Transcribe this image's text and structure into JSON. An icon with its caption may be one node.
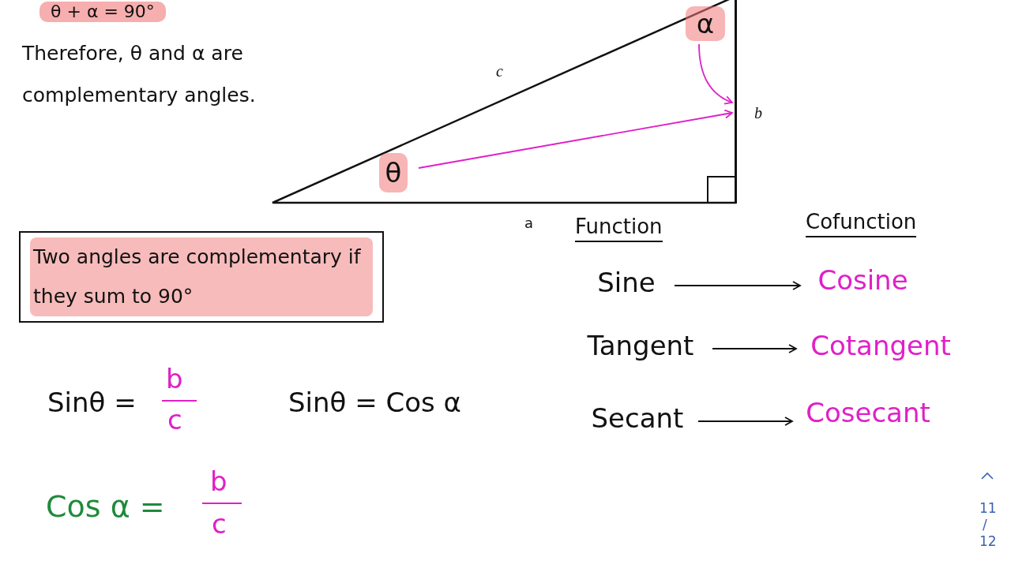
{
  "diagram": {
    "nodes": [
      {
        "text": [
          "α"
        ]
      },
      {
        "text": [],
        "shape": "bar"
      },
      {
        "text": [
          "θ"
        ]
      },
      {
        "text": [
          "Two angles are complementary if they sum to 90°"
        ]
      },
      {
        "text": [
          "Sine"
        ]
      },
      {
        "text": [
          "Cosine"
        ]
      },
      {
        "text": [
          "Tangent"
        ]
      },
      {
        "text": [
          "Cotangent"
        ]
      },
      {
        "text": [
          "Secant"
        ]
      },
      {
        "text": [
          "Cosecant"
        ]
      }
    ],
    "edges": [
      {
        "from": 0,
        "to": 1,
        "arrow": "to",
        "color": "#e020c8"
      },
      {
        "from": 2,
        "to": 1,
        "arrow": "to",
        "color": "#e020c8"
      },
      {
        "from": 4,
        "to": 5,
        "arrow": "to"
      },
      {
        "from": 6,
        "to": 7,
        "arrow": "to"
      },
      {
        "from": 8,
        "to": 9,
        "arrow": "to"
      }
    ],
    "labels": [
      "θ + α = 90°",
      "Therefore, θ and α are complementary angles.",
      "c",
      "b",
      "a",
      "Function",
      "Cofunction",
      "Sinθ =",
      "b",
      "c",
      "Sinθ = Cos α",
      "Cos α =",
      "b",
      "c",
      "11",
      "/",
      "12"
    ]
  }
}
